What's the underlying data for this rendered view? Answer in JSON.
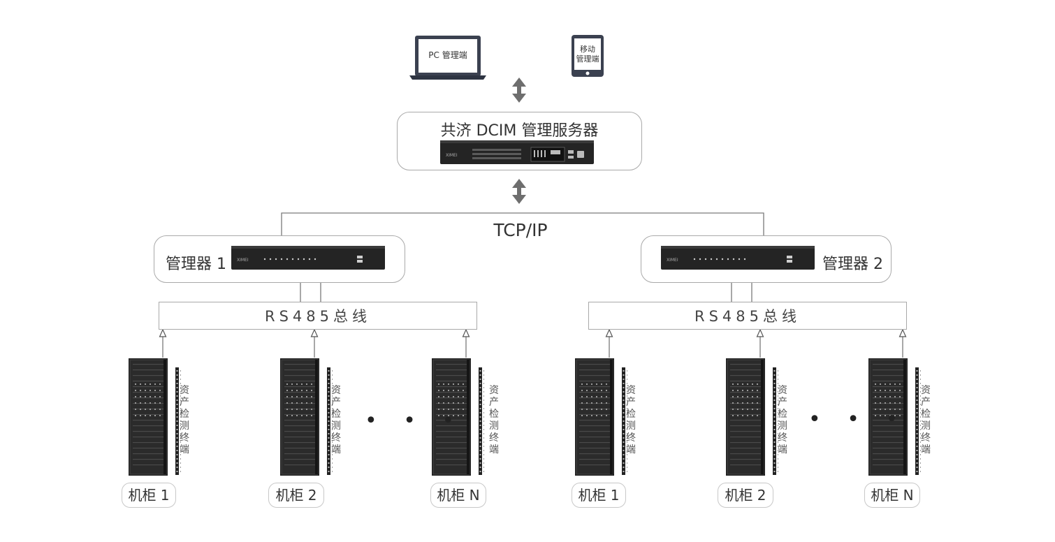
{
  "clients": {
    "pc_label": "PC 管理端",
    "mobile_label": [
      "移动",
      "管理端"
    ]
  },
  "server": {
    "title": "共济 DCIM 管理服务器"
  },
  "network_label": "TCP/IP",
  "managers": [
    {
      "label": "管理器 1"
    },
    {
      "label": "管理器 2"
    }
  ],
  "bus_label": "RS485总线",
  "asset_terminal_label": "资产检测终端",
  "cabinet_labels": [
    "机柜 1",
    "机柜 2",
    "机柜 N"
  ],
  "ellipsis": "• • •",
  "colors": {
    "line": "#7a7a7a",
    "arrow": "#6e6e6e",
    "device_dark": "#2a2a2a",
    "box_border": "#a9a9a9"
  }
}
